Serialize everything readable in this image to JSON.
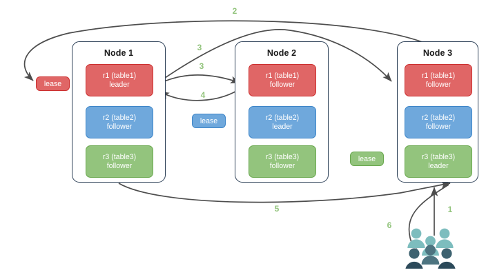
{
  "diagram": {
    "title": "Distributed database lease / replica routing diagram",
    "colors": {
      "red": "#e06666",
      "red_border": "#cc2f2f",
      "blue": "#6fa8dc",
      "blue_border": "#3d85c8",
      "green": "#93c47d",
      "green_border": "#6aa84f",
      "node_border": "#2d4057",
      "arrow": "#4d4d4d",
      "label": "#93c47d",
      "people_light": "#7dbdbe",
      "people_mid": "#4d7480",
      "people_dark": "#2c4a5a",
      "background": "#ffffff"
    }
  },
  "nodes": [
    {
      "id": "node-1",
      "title": "Node 1",
      "replicas": [
        {
          "id": "r1",
          "line1": "r1 (table1)",
          "line2": "leader",
          "color": "red"
        },
        {
          "id": "r2",
          "line1": "r2 (table2)",
          "line2": "follower",
          "color": "blue"
        },
        {
          "id": "r3",
          "line1": "r3 (table3)",
          "line2": "follower",
          "color": "green"
        }
      ]
    },
    {
      "id": "node-2",
      "title": "Node 2",
      "replicas": [
        {
          "id": "r1",
          "line1": "r1 (table1)",
          "line2": "follower",
          "color": "red"
        },
        {
          "id": "r2",
          "line1": "r2 (table2)",
          "line2": "leader",
          "color": "blue"
        },
        {
          "id": "r3",
          "line1": "r3 (table3)",
          "line2": "follower",
          "color": "green"
        }
      ]
    },
    {
      "id": "node-3",
      "title": "Node 3",
      "replicas": [
        {
          "id": "r1",
          "line1": "r1 (table1)",
          "line2": "follower",
          "color": "red"
        },
        {
          "id": "r2",
          "line1": "r2 (table2)",
          "line2": "follower",
          "color": "blue"
        },
        {
          "id": "r3",
          "line1": "r3 (table3)",
          "line2": "leader",
          "color": "green"
        }
      ]
    }
  ],
  "leases": [
    {
      "id": "lease-red",
      "label": "lease",
      "color": "red"
    },
    {
      "id": "lease-blue",
      "label": "lease",
      "color": "blue"
    },
    {
      "id": "lease-green",
      "label": "lease",
      "color": "green"
    }
  ],
  "steps": [
    {
      "id": "step-1",
      "label": "1"
    },
    {
      "id": "step-2",
      "label": "2"
    },
    {
      "id": "step-3a",
      "label": "3"
    },
    {
      "id": "step-3b",
      "label": "3"
    },
    {
      "id": "step-4",
      "label": "4"
    },
    {
      "id": "step-5",
      "label": "5"
    },
    {
      "id": "step-6",
      "label": "6"
    }
  ],
  "actors": {
    "clients": "users-group-icon"
  }
}
